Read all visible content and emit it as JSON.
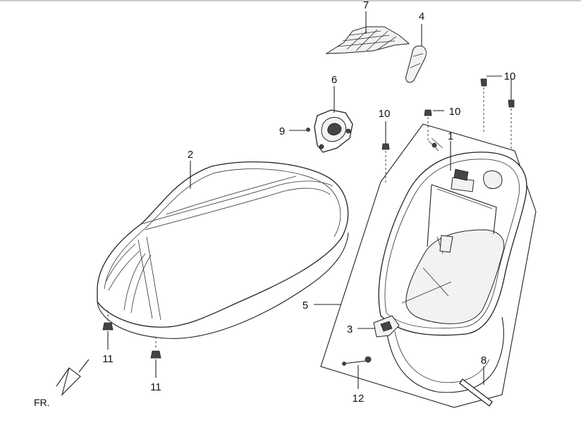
{
  "callouts": {
    "c1": "1",
    "c2": "2",
    "c3": "3",
    "c4": "4",
    "c5": "5",
    "c6": "6",
    "c7": "7",
    "c8": "8",
    "c9": "9",
    "c10a": "10",
    "c10b": "10",
    "c10c": "10",
    "c11a": "11",
    "c11b": "11",
    "c12": "12"
  },
  "direction_label": "FR."
}
